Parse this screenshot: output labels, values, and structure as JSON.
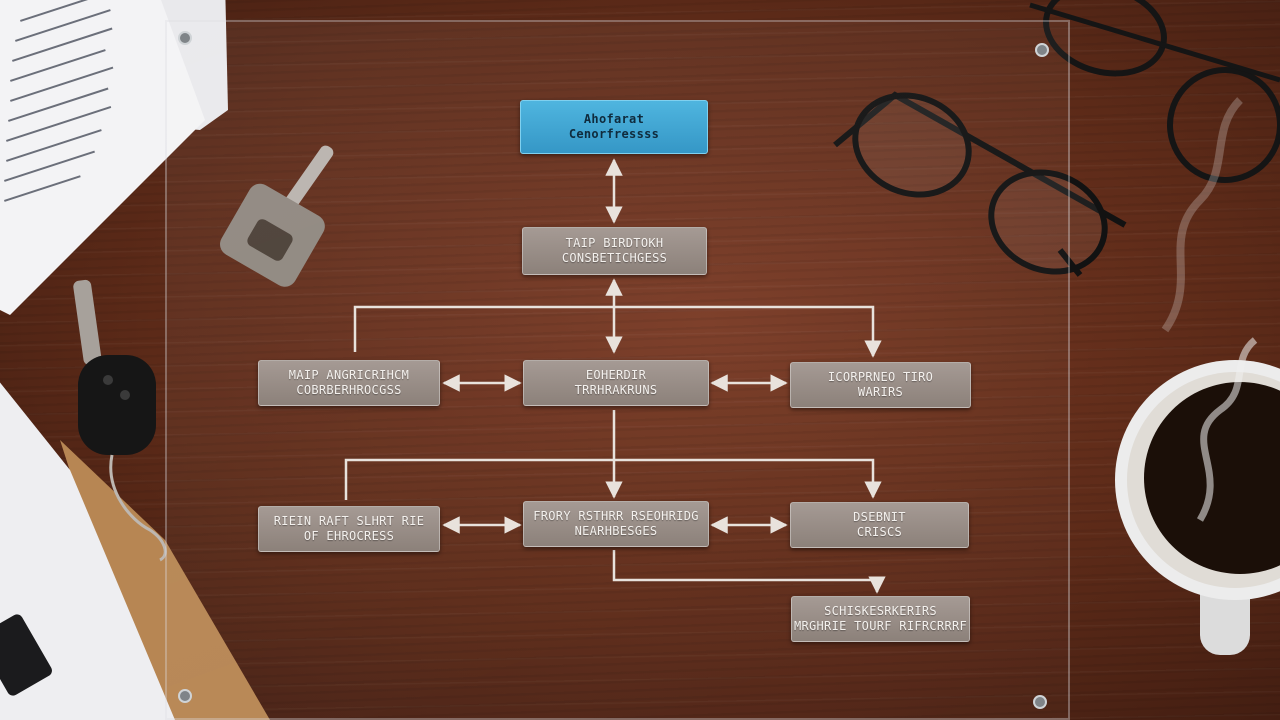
{
  "flowchart": {
    "top": {
      "line1": "Ahofarat",
      "line2": "Cenorfressss"
    },
    "level2": {
      "line1": "TAIP BIRDTOKH",
      "line2": "CONSBETICHGESS"
    },
    "row3": [
      {
        "line1": "MAIP ANGRICRIHCM",
        "line2": "COBRBERHROCGSS"
      },
      {
        "line1": "EOHERDIR",
        "line2": "TRRHRAKRUNS"
      },
      {
        "line1": "ICORPRNEO TIRO",
        "line2": "WARIRS"
      }
    ],
    "row4": [
      {
        "line1": "RIEIN RAFT SLHRT RIE",
        "line2": "OF EHROCRESS"
      },
      {
        "line1": "FRORY RSTHRR RSEOHRIDG",
        "line2": "NEARHBESGES"
      },
      {
        "line1": "DSEBNIT",
        "line2": "CRISCS"
      }
    ],
    "bottom": {
      "line1": "SCHISKESRKERIRS",
      "line2": "MRGHRIE TOURF RIFRCRRRF"
    }
  },
  "colors": {
    "top_node": "#3fa9d6",
    "node": "#998e88",
    "connector": "#e8e2dc",
    "wood": "#5c2a18"
  }
}
